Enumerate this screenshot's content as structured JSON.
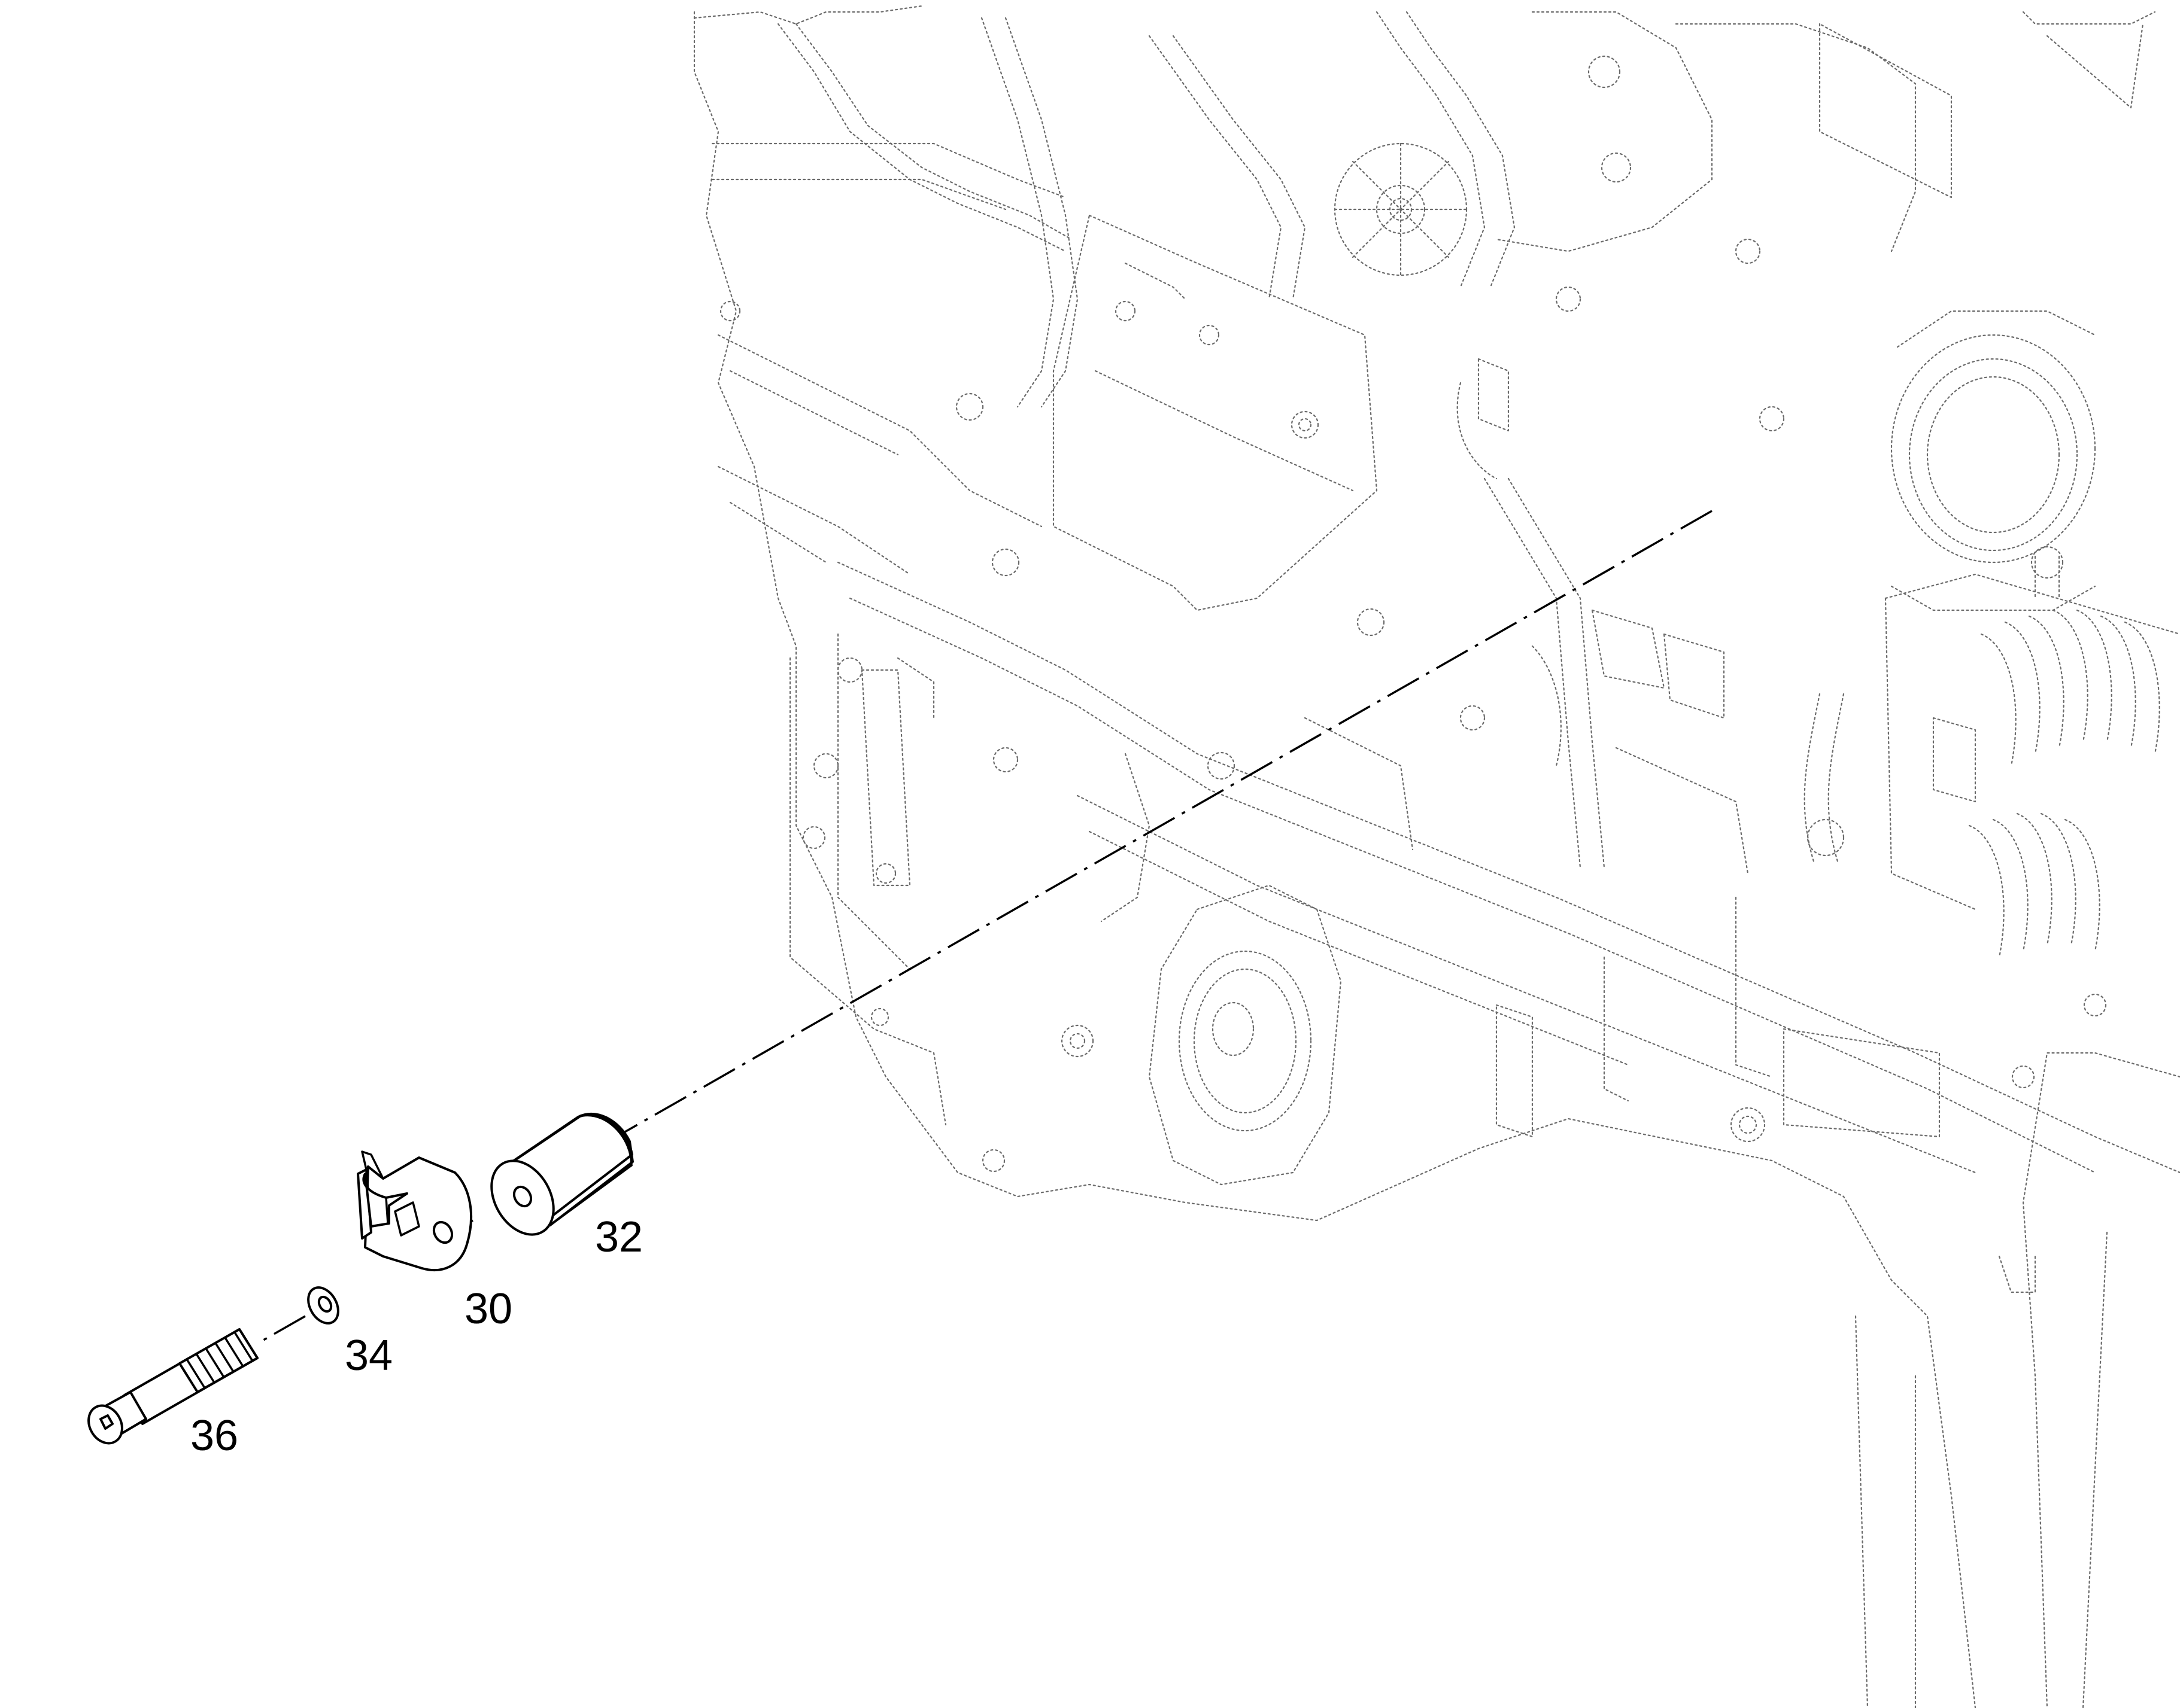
{
  "diagram": {
    "callouts": [
      {
        "id": "bushing",
        "label": "32"
      },
      {
        "id": "bracket",
        "label": "30"
      },
      {
        "id": "washer",
        "label": "34"
      },
      {
        "id": "bolt",
        "label": "36"
      }
    ],
    "line_color": "#000000",
    "background_color": "#6a6a6a"
  }
}
